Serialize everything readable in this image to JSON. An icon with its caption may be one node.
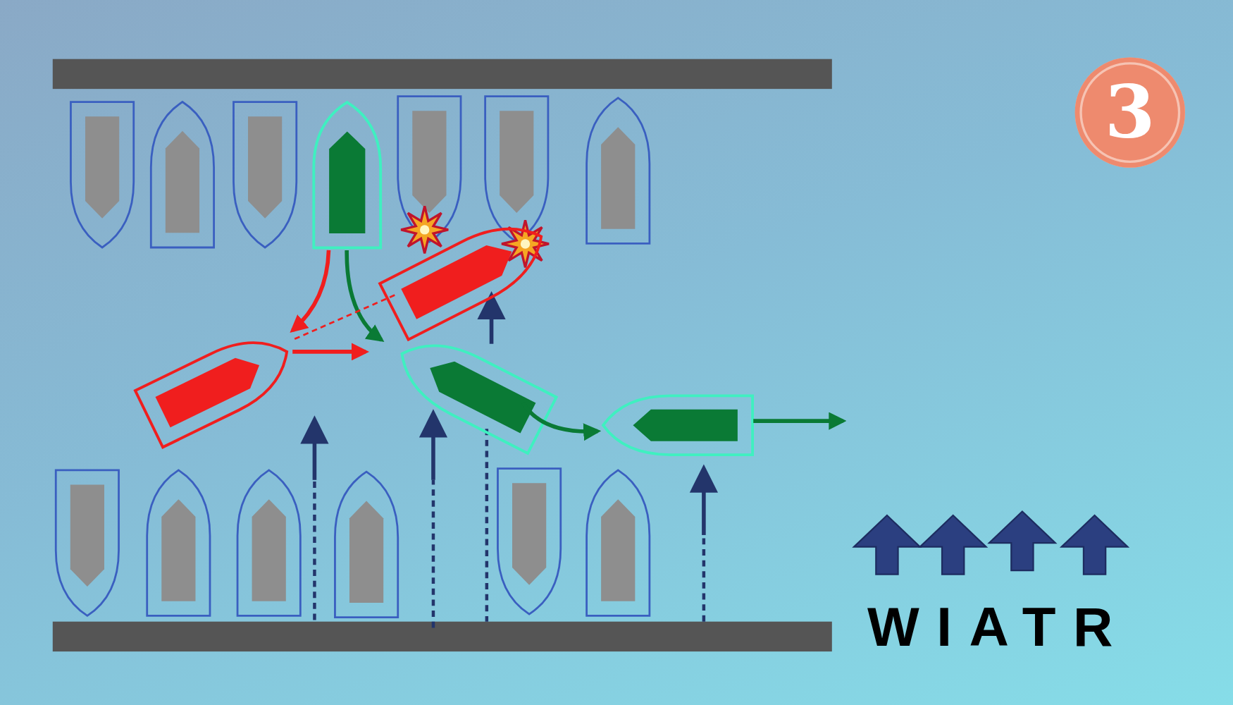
{
  "diagram": {
    "nodes": [
      {
        "text": [],
        "shape": "boat"
      },
      {
        "text": [],
        "shape": "boat"
      },
      {
        "text": [],
        "shape": "boat"
      },
      {
        "text": [],
        "shape": "boat"
      },
      {
        "text": [],
        "shape": "boat"
      }
    ],
    "edges": [
      {
        "from": 0,
        "to": 3,
        "arrow": "to",
        "color": "#0a7a35"
      },
      {
        "from": 3,
        "to": 4,
        "arrow": "to",
        "color": "#0a7a35"
      },
      {
        "from": 4,
        "to": null,
        "arrow": "to",
        "color": "#0a7a35"
      },
      {
        "from": 0,
        "to": 2,
        "arrow": "to",
        "color": "#f01e1e"
      },
      {
        "from": 1,
        "to": 2,
        "arrow": "none",
        "style": "dashed",
        "color": "#f01e1e"
      },
      {
        "from": 2,
        "to": 3,
        "arrow": "to",
        "color": "#f01e1e"
      }
    ],
    "labels": [
      "3",
      "WIATR"
    ]
  }
}
